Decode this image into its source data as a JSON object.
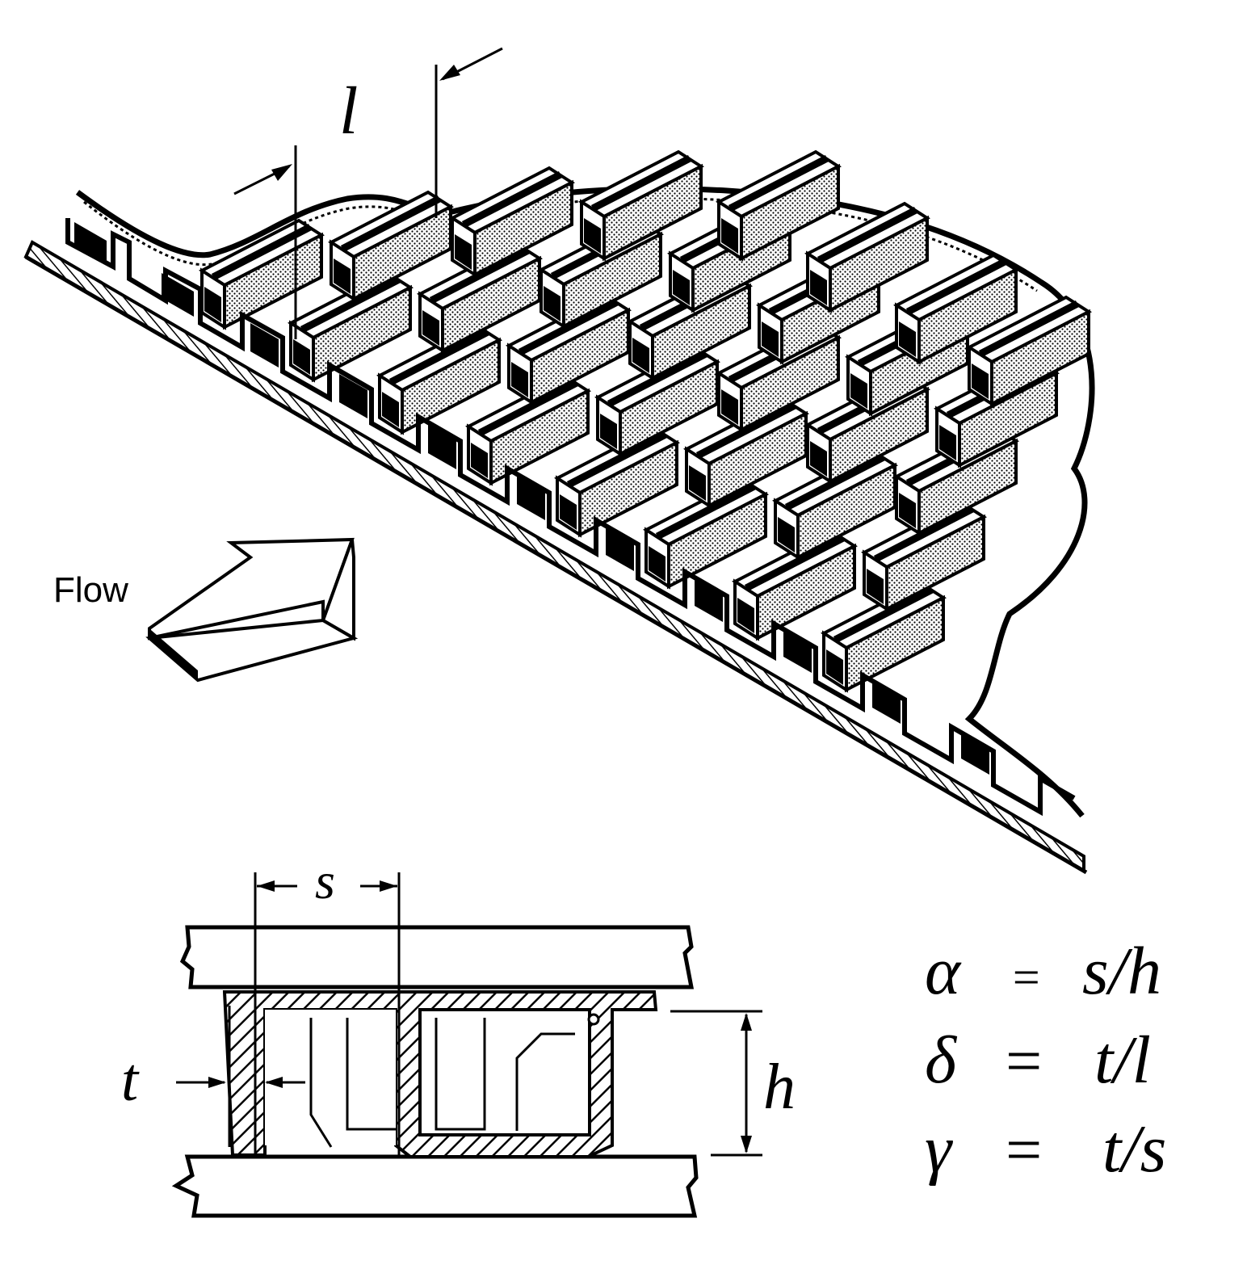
{
  "colors": {
    "ink": "#000000",
    "paper": "#ffffff",
    "fin_shade": "#c8c8c8"
  },
  "labels": {
    "flow": "Flow",
    "fin_length": "l",
    "fin_spacing": "s",
    "fin_thickness": "t",
    "fin_height": "h"
  },
  "equations": [
    {
      "symbol": "α",
      "op": "=",
      "rhs": "s/h"
    },
    {
      "symbol": "δ",
      "op": "=",
      "rhs": "t/l"
    },
    {
      "symbol": "γ",
      "op": "=",
      "rhs": "t/s"
    }
  ],
  "icons": {
    "flow_arrow": "flow-arrow-icon"
  }
}
